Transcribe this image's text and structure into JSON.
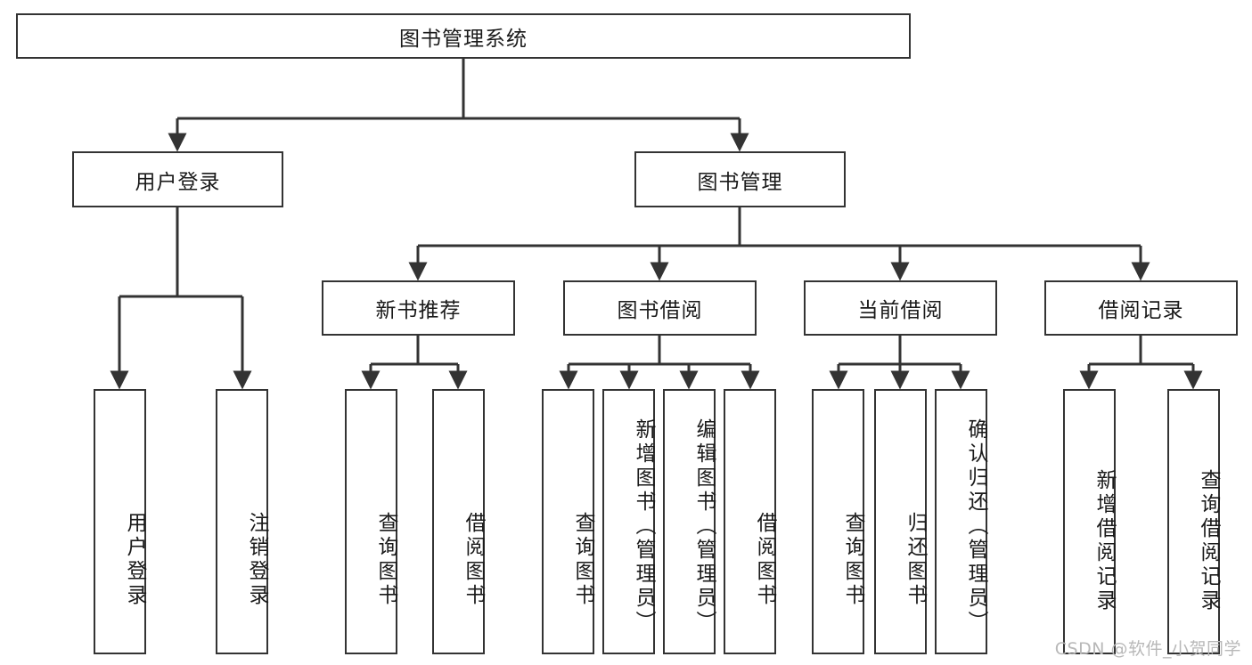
{
  "diagram": {
    "type": "hierarchy-tree",
    "title": "图书管理系统",
    "watermark": "CSDN @软件_小贺同学",
    "colors": {
      "box_border": "#333333",
      "box_fill": "#ffffff",
      "connector": "#333333",
      "text": "#1a1a1a",
      "watermark": "#b8b8b8"
    },
    "root": {
      "label": "图书管理系统"
    },
    "level2": [
      {
        "label": "用户登录"
      },
      {
        "label": "图书管理"
      }
    ],
    "level3": [
      {
        "label": "新书推荐"
      },
      {
        "label": "图书借阅"
      },
      {
        "label": "当前借阅"
      },
      {
        "label": "借阅记录"
      }
    ],
    "leaves": {
      "user_login": [
        {
          "label": "用户登录"
        },
        {
          "label": "注销登录"
        }
      ],
      "new_book_recommend": [
        {
          "label": "查询图书"
        },
        {
          "label": "借阅图书"
        }
      ],
      "book_borrow": [
        {
          "label": "查询图书"
        },
        {
          "label": "新增图书（管理员）"
        },
        {
          "label": "编辑图书（管理员）"
        },
        {
          "label": "借阅图书"
        }
      ],
      "current_borrow": [
        {
          "label": "查询图书"
        },
        {
          "label": "归还图书"
        },
        {
          "label": "确认归还（管理员）"
        }
      ],
      "borrow_record": [
        {
          "label": "新增借阅记录"
        },
        {
          "label": "查询借阅记录"
        }
      ]
    }
  }
}
